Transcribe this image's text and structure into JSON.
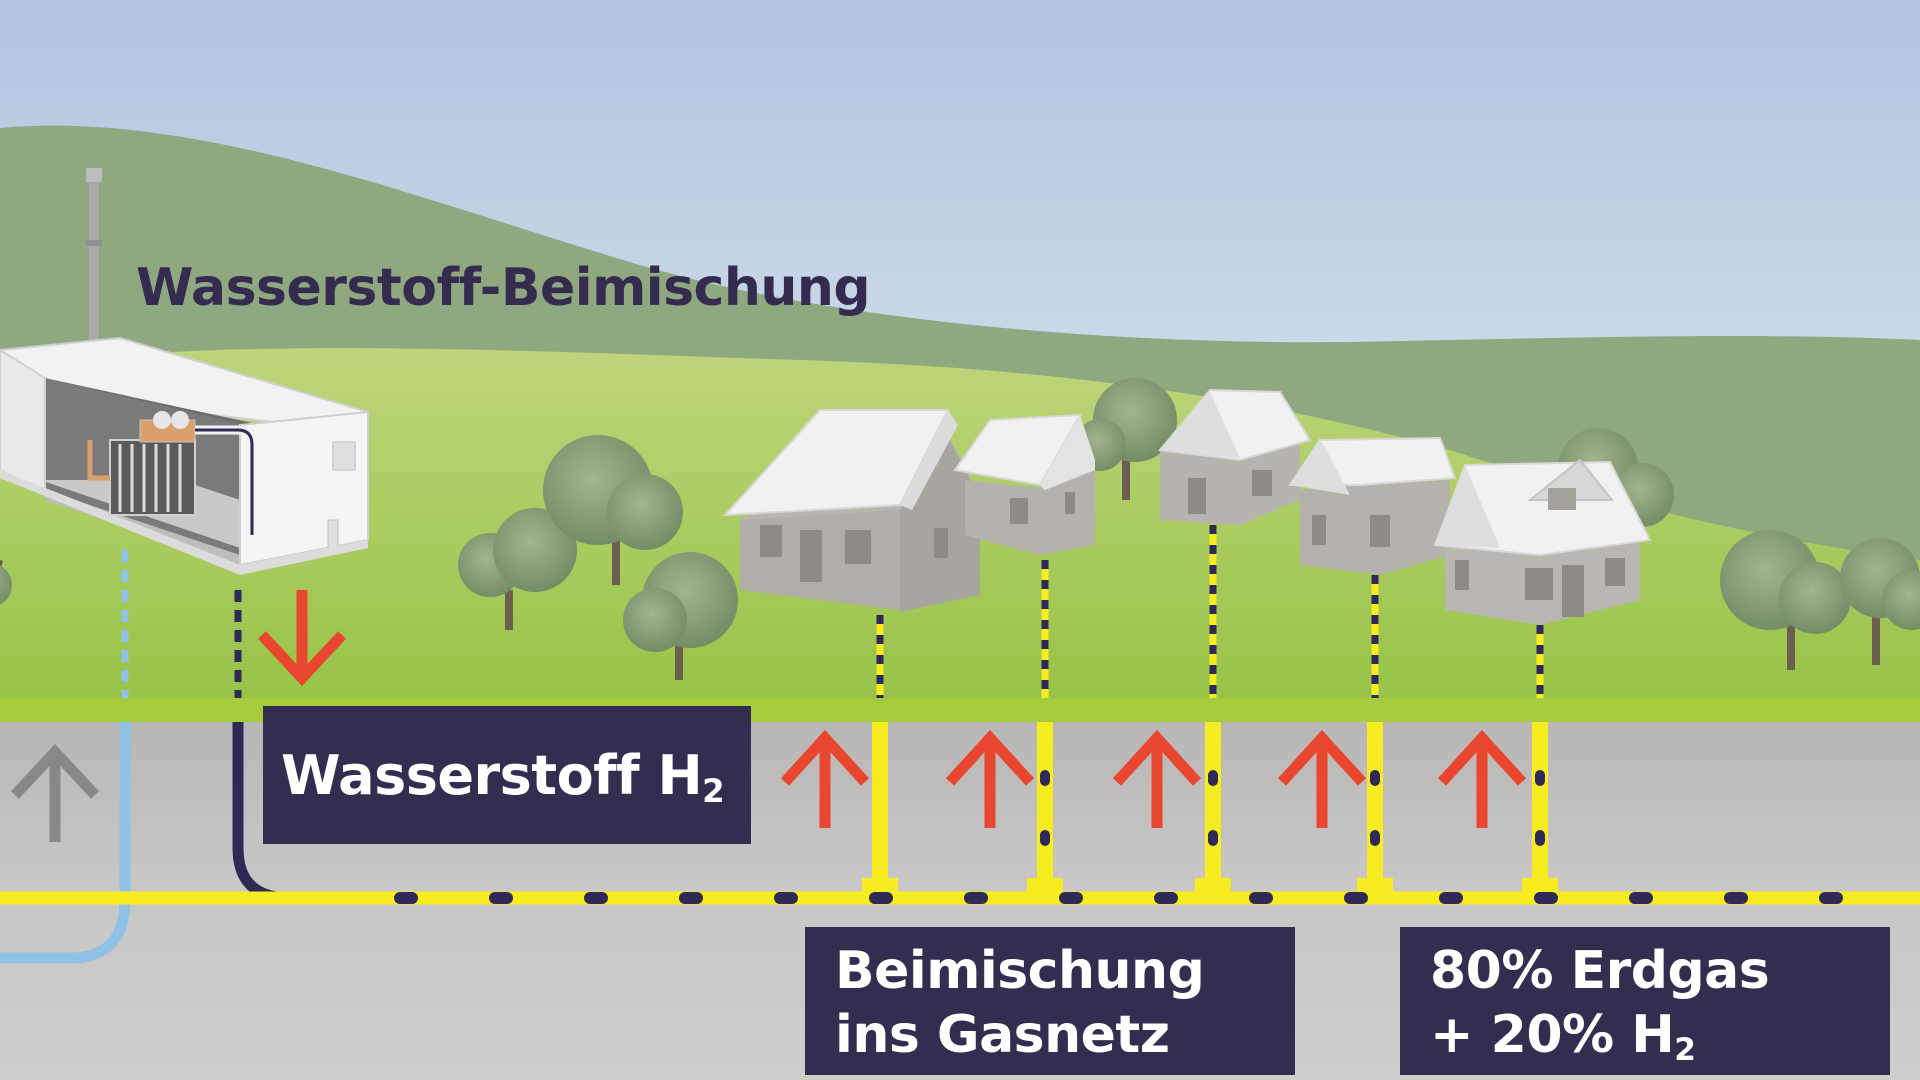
{
  "diagram": {
    "title": "Wasserstoff-Beimischung",
    "hydrogen_label": {
      "text": "Wasserstoff H",
      "subscript": "2"
    },
    "blending_label": {
      "line1": "Beimischung",
      "line2": "ins Gasnetz"
    },
    "mixture_label": {
      "line1": "80% Erdgas",
      "line2_text": "+ 20% H",
      "line2_subscript": "2"
    }
  },
  "colors": {
    "sky": "#c9d8e6",
    "far_hill": "#8ea67f",
    "near_hill": "#a9c95a",
    "grass": "#9fc84e",
    "soil": "#c9c6c3",
    "gas_pipe_yellow": "#f7ec1f",
    "hydrogen_pipe_navy": "#2e2a55",
    "water_pipe_blue": "#8fc2e4",
    "flow_arrow_red": "#e8462f",
    "label_bg": "#342d4f",
    "title_text": "#342b4f"
  },
  "icons": [
    "electrolyzer-container-icon",
    "house-icon",
    "tree-icon",
    "up-arrow-icon",
    "down-arrow-icon"
  ]
}
